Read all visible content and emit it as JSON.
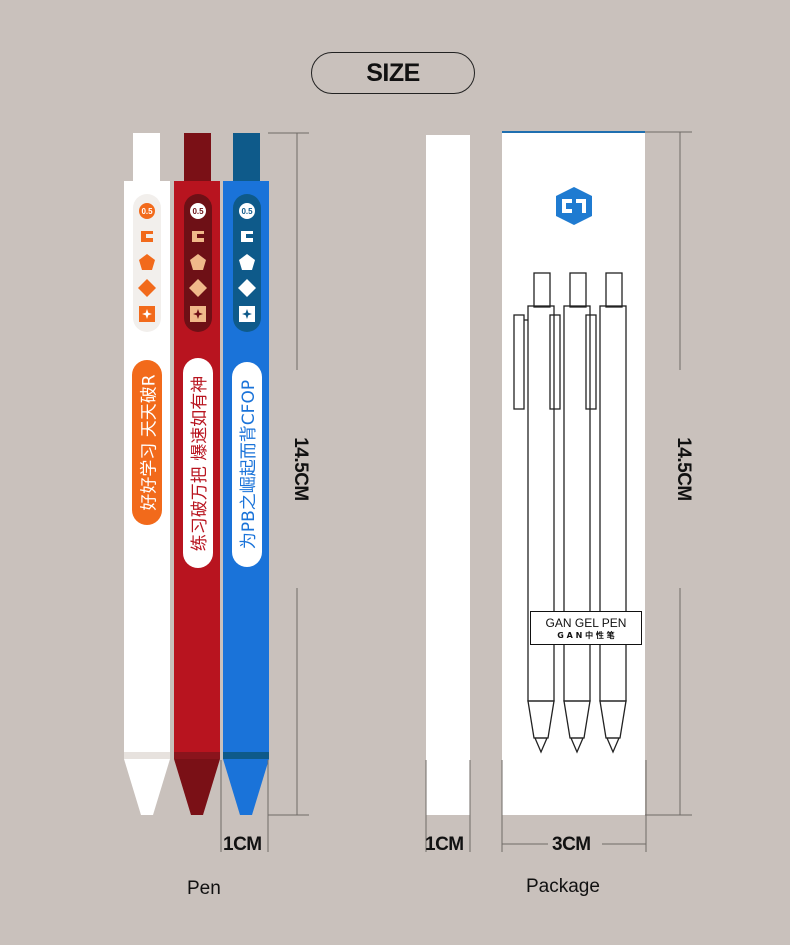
{
  "title": "SIZE",
  "pens": [
    {
      "badge": "0.5",
      "slogan": "好好学习 天天破R",
      "color": "#ffffff",
      "accent": "#f26a1b"
    },
    {
      "badge": "0.5",
      "slogan": "练习破万把 爆速如有神",
      "color": "#b8141f",
      "accent": "#7a1016"
    },
    {
      "badge": "0.5",
      "slogan": "为PB之崛起而背CFOP",
      "color": "#1a73d9",
      "accent": "#0e5a8a"
    }
  ],
  "pen_width_label": "1CM",
  "pen_length_label": "14.5CM",
  "pen_caption": "Pen",
  "package_width_side_label": "1CM",
  "package_width_front_label": "3CM",
  "package_length_label": "14.5CM",
  "package_caption": "Package",
  "package_label_line1": "GAN GEL PEN",
  "package_label_line2": "G A N 中 性 笔",
  "brand_logo": "GAN cube logo"
}
